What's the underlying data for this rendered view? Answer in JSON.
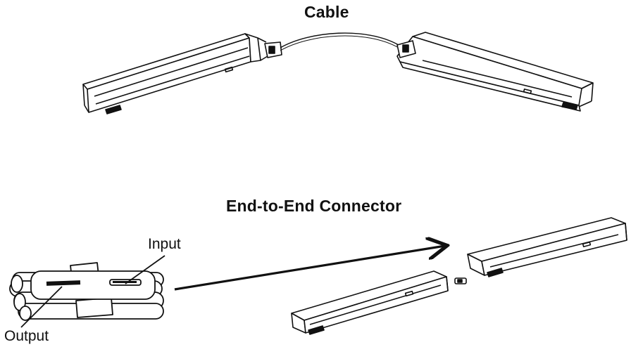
{
  "titles": {
    "top": "Cable",
    "bottom": "End-to-End Connector"
  },
  "callouts": {
    "input": "Input",
    "output": "Output"
  },
  "colors": {
    "ink": "#111111",
    "background": "#ffffff"
  }
}
